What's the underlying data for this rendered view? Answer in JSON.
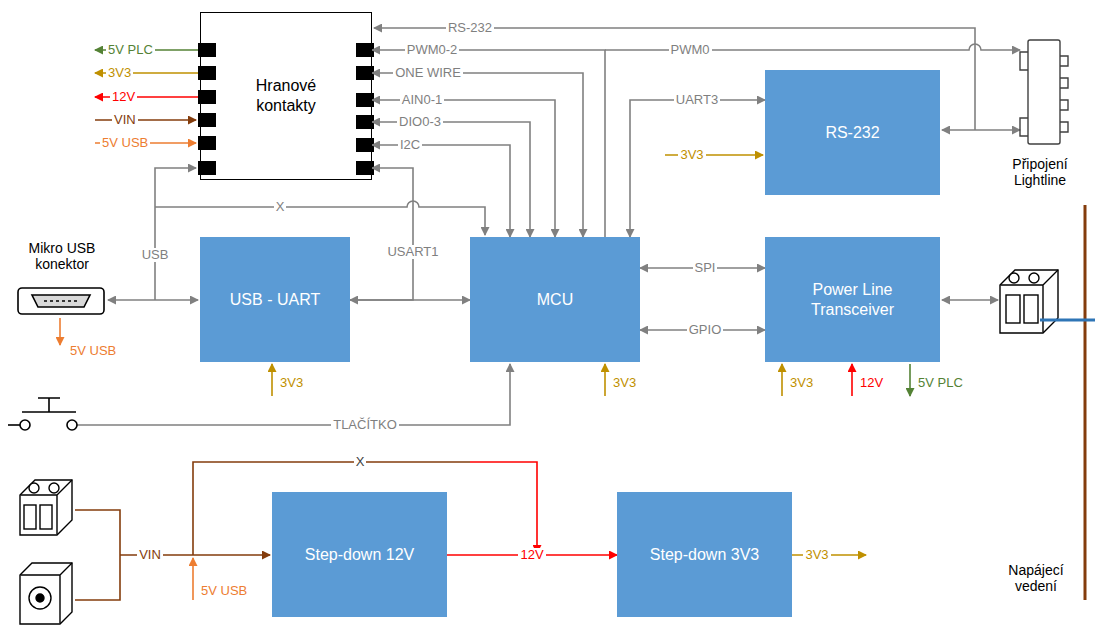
{
  "diagram": {
    "nodes": [
      {
        "text": [
          "Hranové kontakty"
        ]
      },
      {
        "text": [
          "RS-232"
        ]
      },
      {
        "text": [
          "USB - UART"
        ]
      },
      {
        "text": [
          "MCU"
        ]
      },
      {
        "text": [
          "Power Line Transceiver"
        ]
      },
      {
        "text": [
          "Step-down 12V"
        ]
      },
      {
        "text": [
          "Step-down 3V3"
        ]
      }
    ],
    "edges": [
      {
        "from": 2,
        "to": 3,
        "arrow": "both"
      },
      {
        "from": 2,
        "to": 0,
        "label": "USART1",
        "arrow": "to"
      },
      {
        "from": 3,
        "to": 0,
        "label": "PWM0-2",
        "arrow": "to"
      },
      {
        "from": 0,
        "to": 3,
        "label": "ONE WIRE",
        "arrow": "both"
      },
      {
        "from": 0,
        "to": 3,
        "label": "AIN0-1",
        "arrow": "both"
      },
      {
        "from": 0,
        "to": 3,
        "label": "DIO0-3",
        "arrow": "both"
      },
      {
        "from": 0,
        "to": 3,
        "label": "I2C",
        "arrow": "both"
      },
      {
        "from": 1,
        "to": 3,
        "label": "UART3",
        "arrow": "both"
      },
      {
        "from": 3,
        "to": 4,
        "label": "SPI",
        "arrow": "both"
      },
      {
        "from": 3,
        "to": 4,
        "label": "GPIO",
        "arrow": "both"
      },
      {
        "from": 5,
        "to": 6,
        "label": "12V",
        "arrow": "to"
      }
    ],
    "labels": [
      "RS-232",
      "PWM0",
      "X",
      "5V PLC",
      "3V3",
      "12V",
      "VIN",
      "5V USB",
      "Mikro USB konektor",
      "USB",
      "5V USB",
      "3V3",
      "3V3",
      "3V3",
      "3V3",
      "12V",
      "5V PLC",
      "Připojení Lightline",
      "TLAČÍTKO",
      "VIN",
      "5V USB",
      "X",
      "3V3",
      "Napájecí vedení"
    ]
  }
}
